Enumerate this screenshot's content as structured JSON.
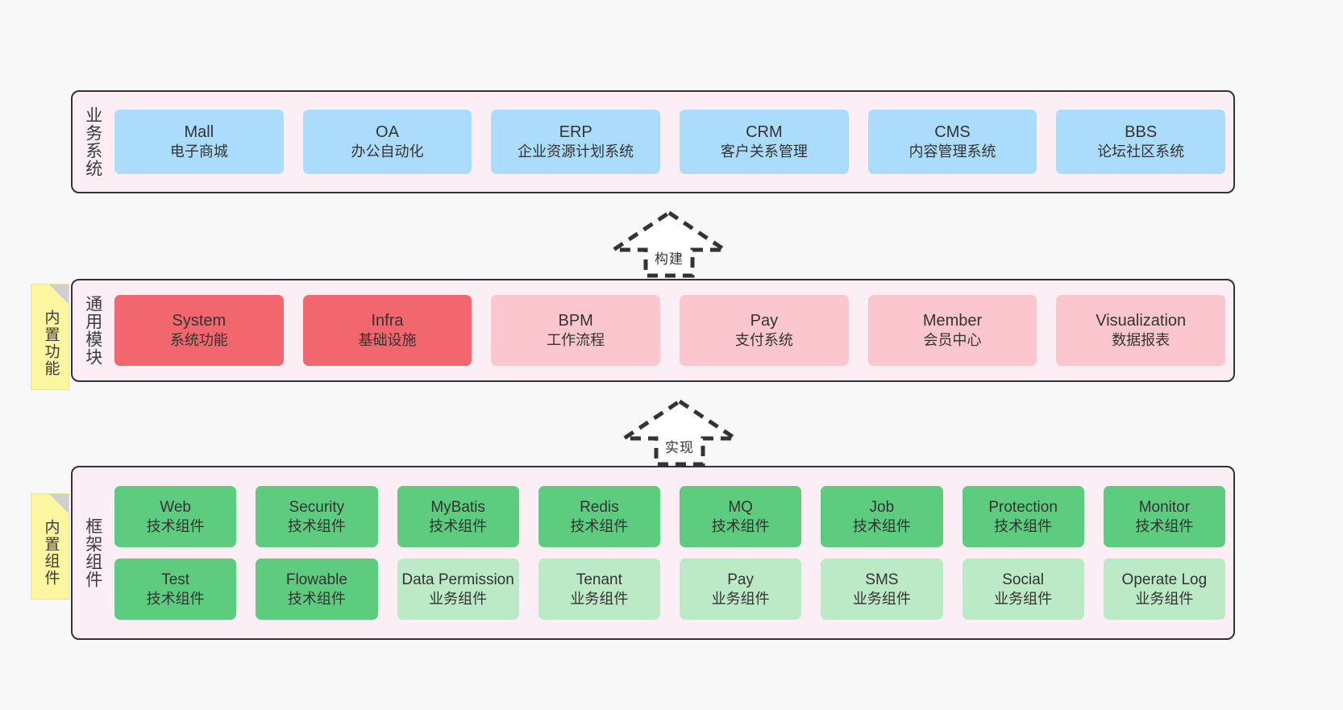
{
  "diagram": {
    "background_color": "#f8f8f8",
    "layer_fill": "#fbeef5",
    "layer_border": "#333333"
  },
  "layers": [
    {
      "id": "business-system",
      "title": "业务系统",
      "note": null,
      "rows": [
        {
          "cards": [
            {
              "t1": "Mall",
              "t2": "电子商城",
              "color": "#abdcfb"
            },
            {
              "t1": "OA",
              "t2": "办公自动化",
              "color": "#abdcfb"
            },
            {
              "t1": "ERP",
              "t2": "企业资源计划系统",
              "color": "#abdcfb"
            },
            {
              "t1": "CRM",
              "t2": "客户关系管理",
              "color": "#abdcfb"
            },
            {
              "t1": "CMS",
              "t2": "内容管理系统",
              "color": "#abdcfb"
            },
            {
              "t1": "BBS",
              "t2": "论坛社区系统",
              "color": "#abdcfb"
            }
          ]
        }
      ]
    },
    {
      "id": "common-module",
      "title": "通用模块",
      "note": "内置功能",
      "rows": [
        {
          "cards": [
            {
              "t1": "System",
              "t2": "系统功能",
              "color": "#f2666e"
            },
            {
              "t1": "Infra",
              "t2": "基础设施",
              "color": "#f2666e"
            },
            {
              "t1": "BPM",
              "t2": "工作流程",
              "color": "#fbc6cd"
            },
            {
              "t1": "Pay",
              "t2": "支付系统",
              "color": "#fbc6cd"
            },
            {
              "t1": "Member",
              "t2": "会员中心",
              "color": "#fbc6cd"
            },
            {
              "t1": "Visualization",
              "t2": "数据报表",
              "color": "#fbc6cd"
            }
          ]
        }
      ]
    },
    {
      "id": "framework-component",
      "title": "框架组件",
      "note": "内置组件",
      "rows": [
        {
          "cards": [
            {
              "t1": "Web",
              "t2": "技术组件",
              "color": "#5ecc7e"
            },
            {
              "t1": "Security",
              "t2": "技术组件",
              "color": "#5ecc7e"
            },
            {
              "t1": "MyBatis",
              "t2": "技术组件",
              "color": "#5ecc7e"
            },
            {
              "t1": "Redis",
              "t2": "技术组件",
              "color": "#5ecc7e"
            },
            {
              "t1": "MQ",
              "t2": "技术组件",
              "color": "#5ecc7e"
            },
            {
              "t1": "Job",
              "t2": "技术组件",
              "color": "#5ecc7e"
            },
            {
              "t1": "Protection",
              "t2": "技术组件",
              "color": "#5ecc7e"
            },
            {
              "t1": "Monitor",
              "t2": "技术组件",
              "color": "#5ecc7e"
            }
          ]
        },
        {
          "cards": [
            {
              "t1": "Test",
              "t2": "技术组件",
              "color": "#5ecc7e"
            },
            {
              "t1": "Flowable",
              "t2": "技术组件",
              "color": "#5ecc7e"
            },
            {
              "t1": "Data Permission",
              "t2": "业务组件",
              "color": "#bce9c6"
            },
            {
              "t1": "Tenant",
              "t2": "业务组件",
              "color": "#bce9c6"
            },
            {
              "t1": "Pay",
              "t2": "业务组件",
              "color": "#bce9c6"
            },
            {
              "t1": "SMS",
              "t2": "业务组件",
              "color": "#bce9c6"
            },
            {
              "t1": "Social",
              "t2": "业务组件",
              "color": "#bce9c6"
            },
            {
              "t1": "Operate Log",
              "t2": "业务组件",
              "color": "#bce9c6"
            }
          ]
        }
      ]
    }
  ],
  "arrows": [
    {
      "id": "arrow-build",
      "label": "构建"
    },
    {
      "id": "arrow-implement",
      "label": "实现"
    }
  ]
}
